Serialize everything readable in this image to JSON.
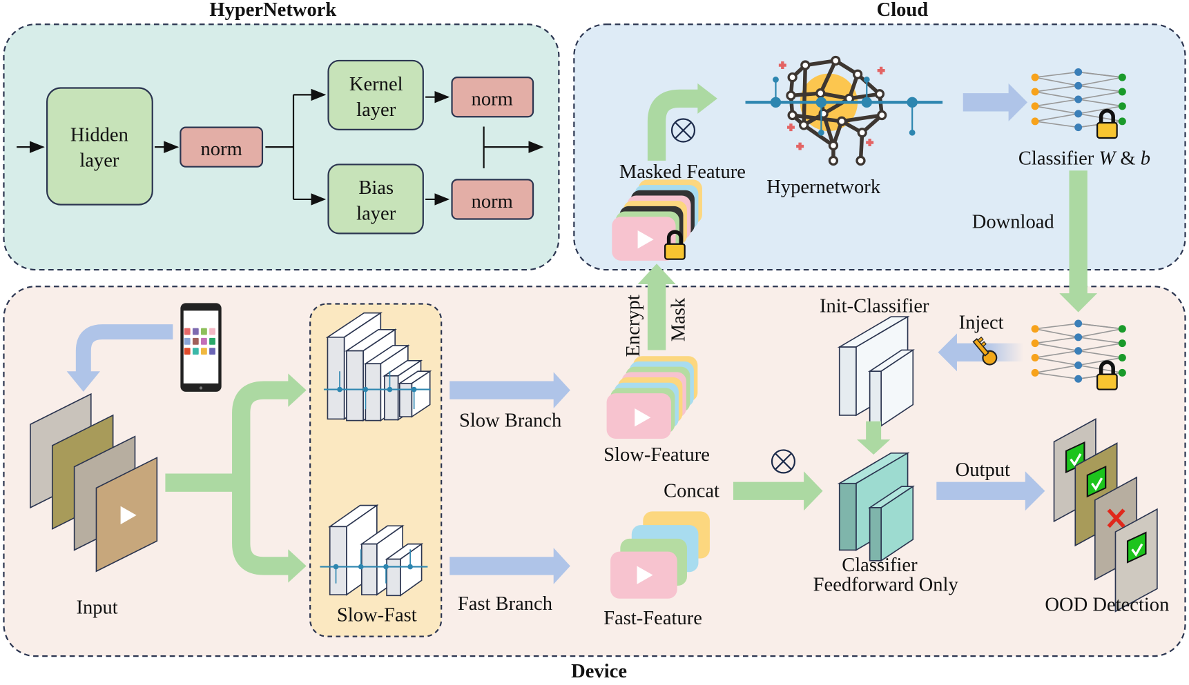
{
  "titles": {
    "hypernetwork": "HyperNetwork",
    "cloud": "Cloud",
    "device": "Device"
  },
  "hypernetwork_panel": {
    "hidden_layer": [
      "Hidden",
      "layer"
    ],
    "norm": "norm",
    "kernel_layer": [
      "Kernel",
      "layer"
    ],
    "bias_layer": [
      "Bias",
      "layer"
    ]
  },
  "cloud_panel": {
    "masked_feature": "Masked Feature",
    "hypernetwork": "Hypernetwork",
    "classifier_prefix": "Classifier ",
    "classifier_w": "W",
    "classifier_and": " & ",
    "classifier_b": "b",
    "download": "Download"
  },
  "device_panel": {
    "input": "Input",
    "slow_fast": "Slow-Fast",
    "slow_branch": "Slow Branch",
    "fast_branch": "Fast Branch",
    "slow_feature": "Slow-Feature",
    "fast_feature": "Fast-Feature",
    "encrypt": "Encrypt",
    "mask": "Mask",
    "concat": "Concat",
    "init_classifier": "Init-Classifier",
    "inject": "Inject",
    "classifier": "Classifier",
    "feedforward_only": "Feedforward Only",
    "output": "Output",
    "ood_detection": "OOD Detection"
  },
  "symbols": {
    "otimes": "⊗"
  },
  "icons": [
    "smartphone-icon",
    "lock-icon",
    "key-icon",
    "play-icon",
    "check-icon",
    "cross-icon",
    "neural-network-icon",
    "brain-network-icon"
  ],
  "colors": {
    "hyper_panel": "#d7ede9",
    "cloud_panel": "#deebf6",
    "device_panel": "#f9eee9",
    "layer_green": "#c7e3b9",
    "norm_pink": "#e3aea6",
    "slowfast_box": "#fbe8c1",
    "arrow_green": "#acd9a2",
    "arrow_blue": "#afc4e8",
    "teal": "#9ddbd0"
  }
}
